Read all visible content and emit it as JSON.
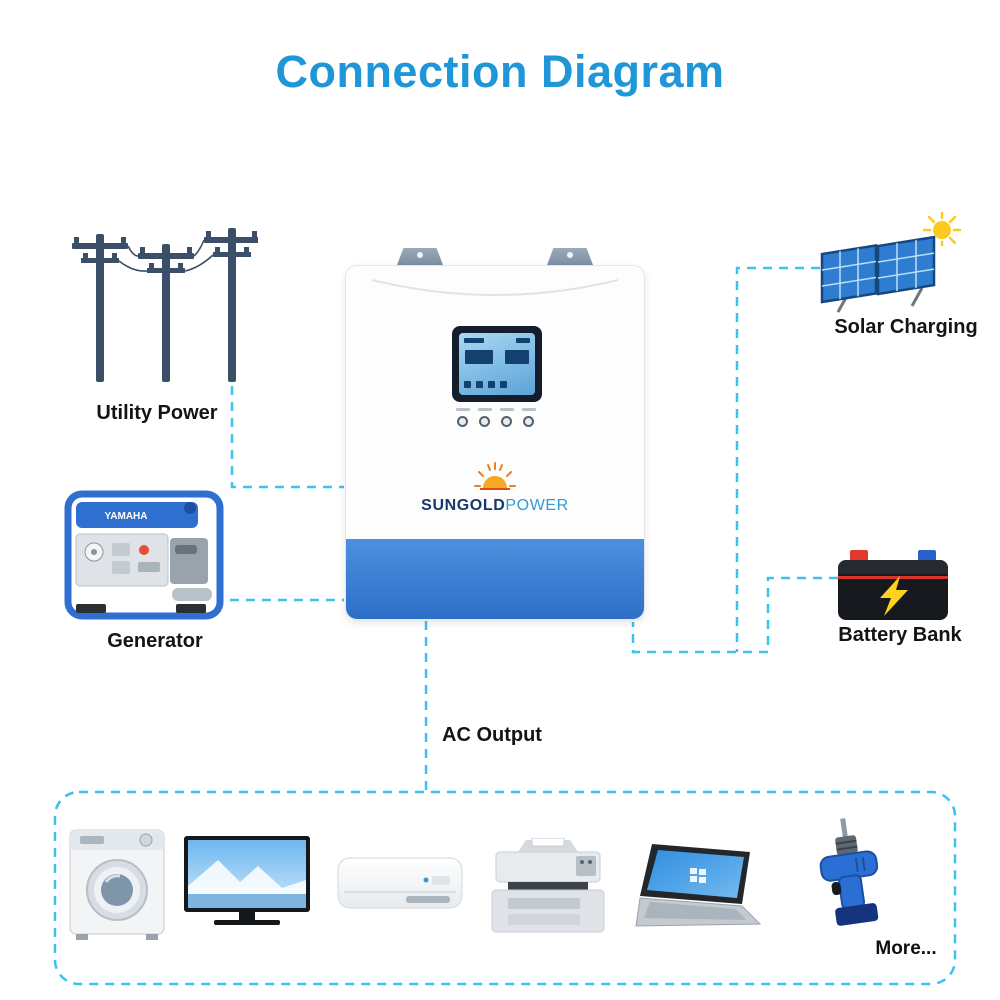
{
  "title": "Connection Diagram",
  "nodes": {
    "utility": {
      "label": "Utility Power"
    },
    "generator": {
      "label": "Generator",
      "brand": "YAMAHA"
    },
    "solar": {
      "label": "Solar Charging"
    },
    "battery": {
      "label": "Battery Bank"
    },
    "inverter": {
      "brand_bold": "SUNGOLD",
      "brand_light": "POWER"
    },
    "ac_output": {
      "label": "AC Output"
    }
  },
  "appliances": {
    "more_label": "More...",
    "items": [
      "washing-machine",
      "tv",
      "air-conditioner",
      "printer",
      "laptop",
      "drill"
    ]
  },
  "colors": {
    "title": "#1e96d8",
    "connector": "#3cc2f0",
    "inverter_band": "#2f7ed8",
    "logo_dark": "#16386b",
    "logo_light": "#2f9cd8",
    "sun_orange": "#f7a81f",
    "battery_bolt": "#ffd21e",
    "panel_blue": "#2e7dd1"
  }
}
